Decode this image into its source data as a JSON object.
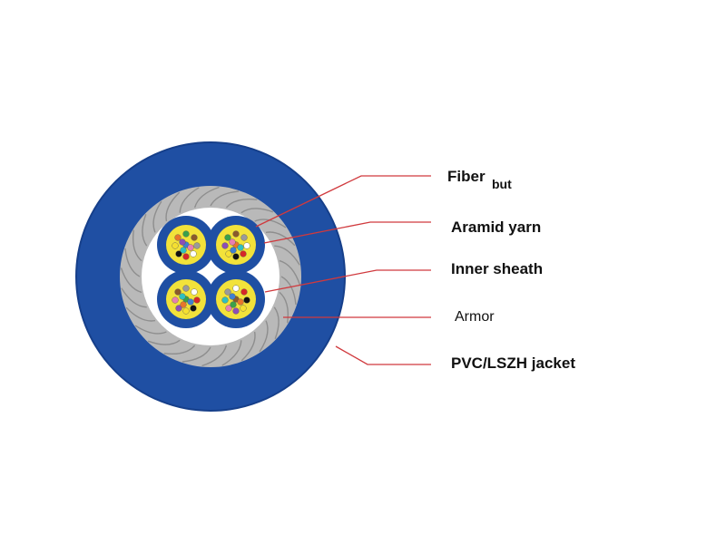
{
  "labels": {
    "fiber": "Fiber",
    "fiber_fragment": "but",
    "aramid_yarn": "Aramid yarn",
    "inner_sheath": "Inner sheath",
    "armor": "Armor",
    "jacket": "PVC/LSZH jacket"
  },
  "colors": {
    "jacket": "#1f4fa3",
    "jacket_edge": "#163f8a",
    "armor": "#b9b9b9",
    "armor_stripe": "#8e8e8e",
    "core_fill": "#ffffff",
    "tube": "#1f4fa3",
    "tube_inner": "#f2e23a",
    "leader": "#d0393d"
  },
  "fiber_colors": [
    "#3f7fd0",
    "#e8762b",
    "#3aa04a",
    "#8a5a2b",
    "#9a9a9a",
    "#ffffff",
    "#d62728",
    "#111111",
    "#f5e030",
    "#8c4fb5",
    "#e87fb0",
    "#2fc0c0"
  ]
}
